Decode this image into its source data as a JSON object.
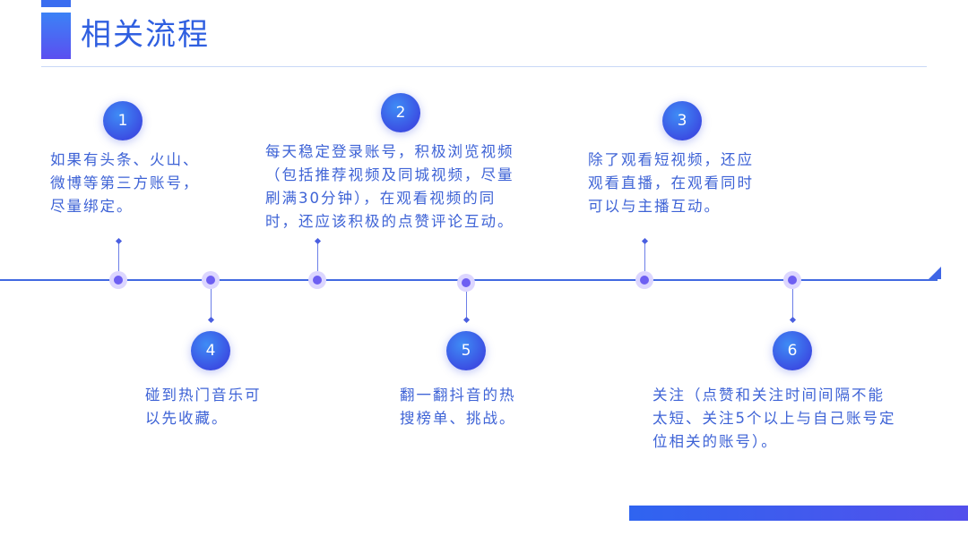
{
  "header": {
    "title": "相关流程"
  },
  "steps": [
    {
      "number": "1",
      "text": "如果有头条、火山、\n微博等第三方账号，\n尽量绑定。"
    },
    {
      "number": "2",
      "text": "每天稳定登录账号，积极浏览视频\n（包括推荐视频及同城视频，尽量\n刷满30分钟），在观看视频的同\n时，还应该积极的点赞评论互动。"
    },
    {
      "number": "3",
      "text": "除了观看短视频，还应\n观看直播，在观看同时\n可以与主播互动。"
    },
    {
      "number": "4",
      "text": "碰到热门音乐可\n以先收藏。"
    },
    {
      "number": "5",
      "text": "翻一翻抖音的热\n搜榜单、挑战。"
    },
    {
      "number": "6",
      "text": "关注（点赞和关注时间间隔不能\n太短、关注5个以上与自己账号定\n位相关的账号）。"
    }
  ],
  "colors": {
    "accent": "#3e63d6",
    "line": "#4169e1",
    "badge": "#3b4fe3"
  }
}
